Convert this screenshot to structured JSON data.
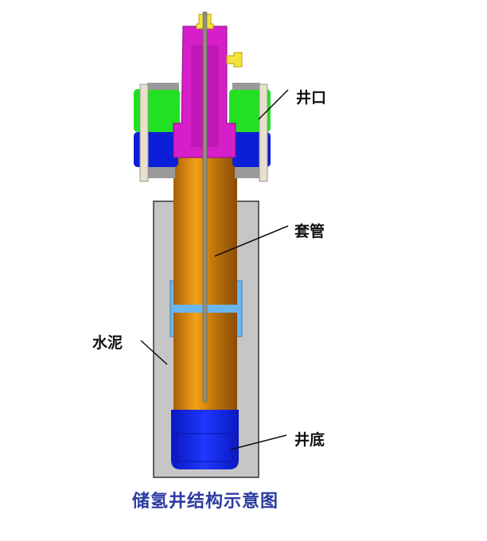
{
  "labels": {
    "wellhead": "井口",
    "casing": "套管",
    "cement": "水泥",
    "well_bottom": "井底"
  },
  "title": "储氢井结构示意图",
  "colors": {
    "wellhead_body": "#d61fc8",
    "flange_upper": "#22e022",
    "flange_lower": "#0b1fd8",
    "casing": "#e8920a",
    "cement": "#c6c6c6",
    "bottom_plug": "#0b1fe0",
    "coupling": "#6cb6f0",
    "fitting": "#f5e43a",
    "title": "#2b3aa0"
  }
}
